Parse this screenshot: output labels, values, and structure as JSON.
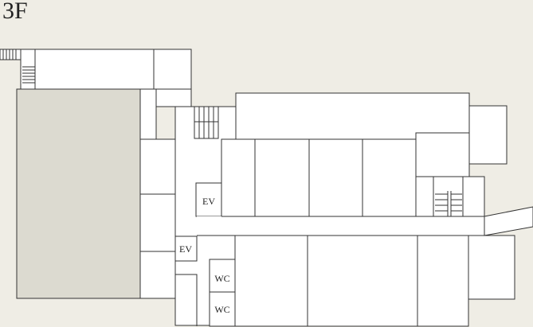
{
  "floor": {
    "label": "3F"
  },
  "labels": {
    "elevator_1": "EV",
    "elevator_2": "EV",
    "restroom_1": "WC",
    "restroom_2": "WC"
  },
  "colors": {
    "background": "#efede5",
    "room_fill": "#ffffff",
    "wall_stroke": "#333333",
    "highlight_area": "#dcdad0"
  }
}
